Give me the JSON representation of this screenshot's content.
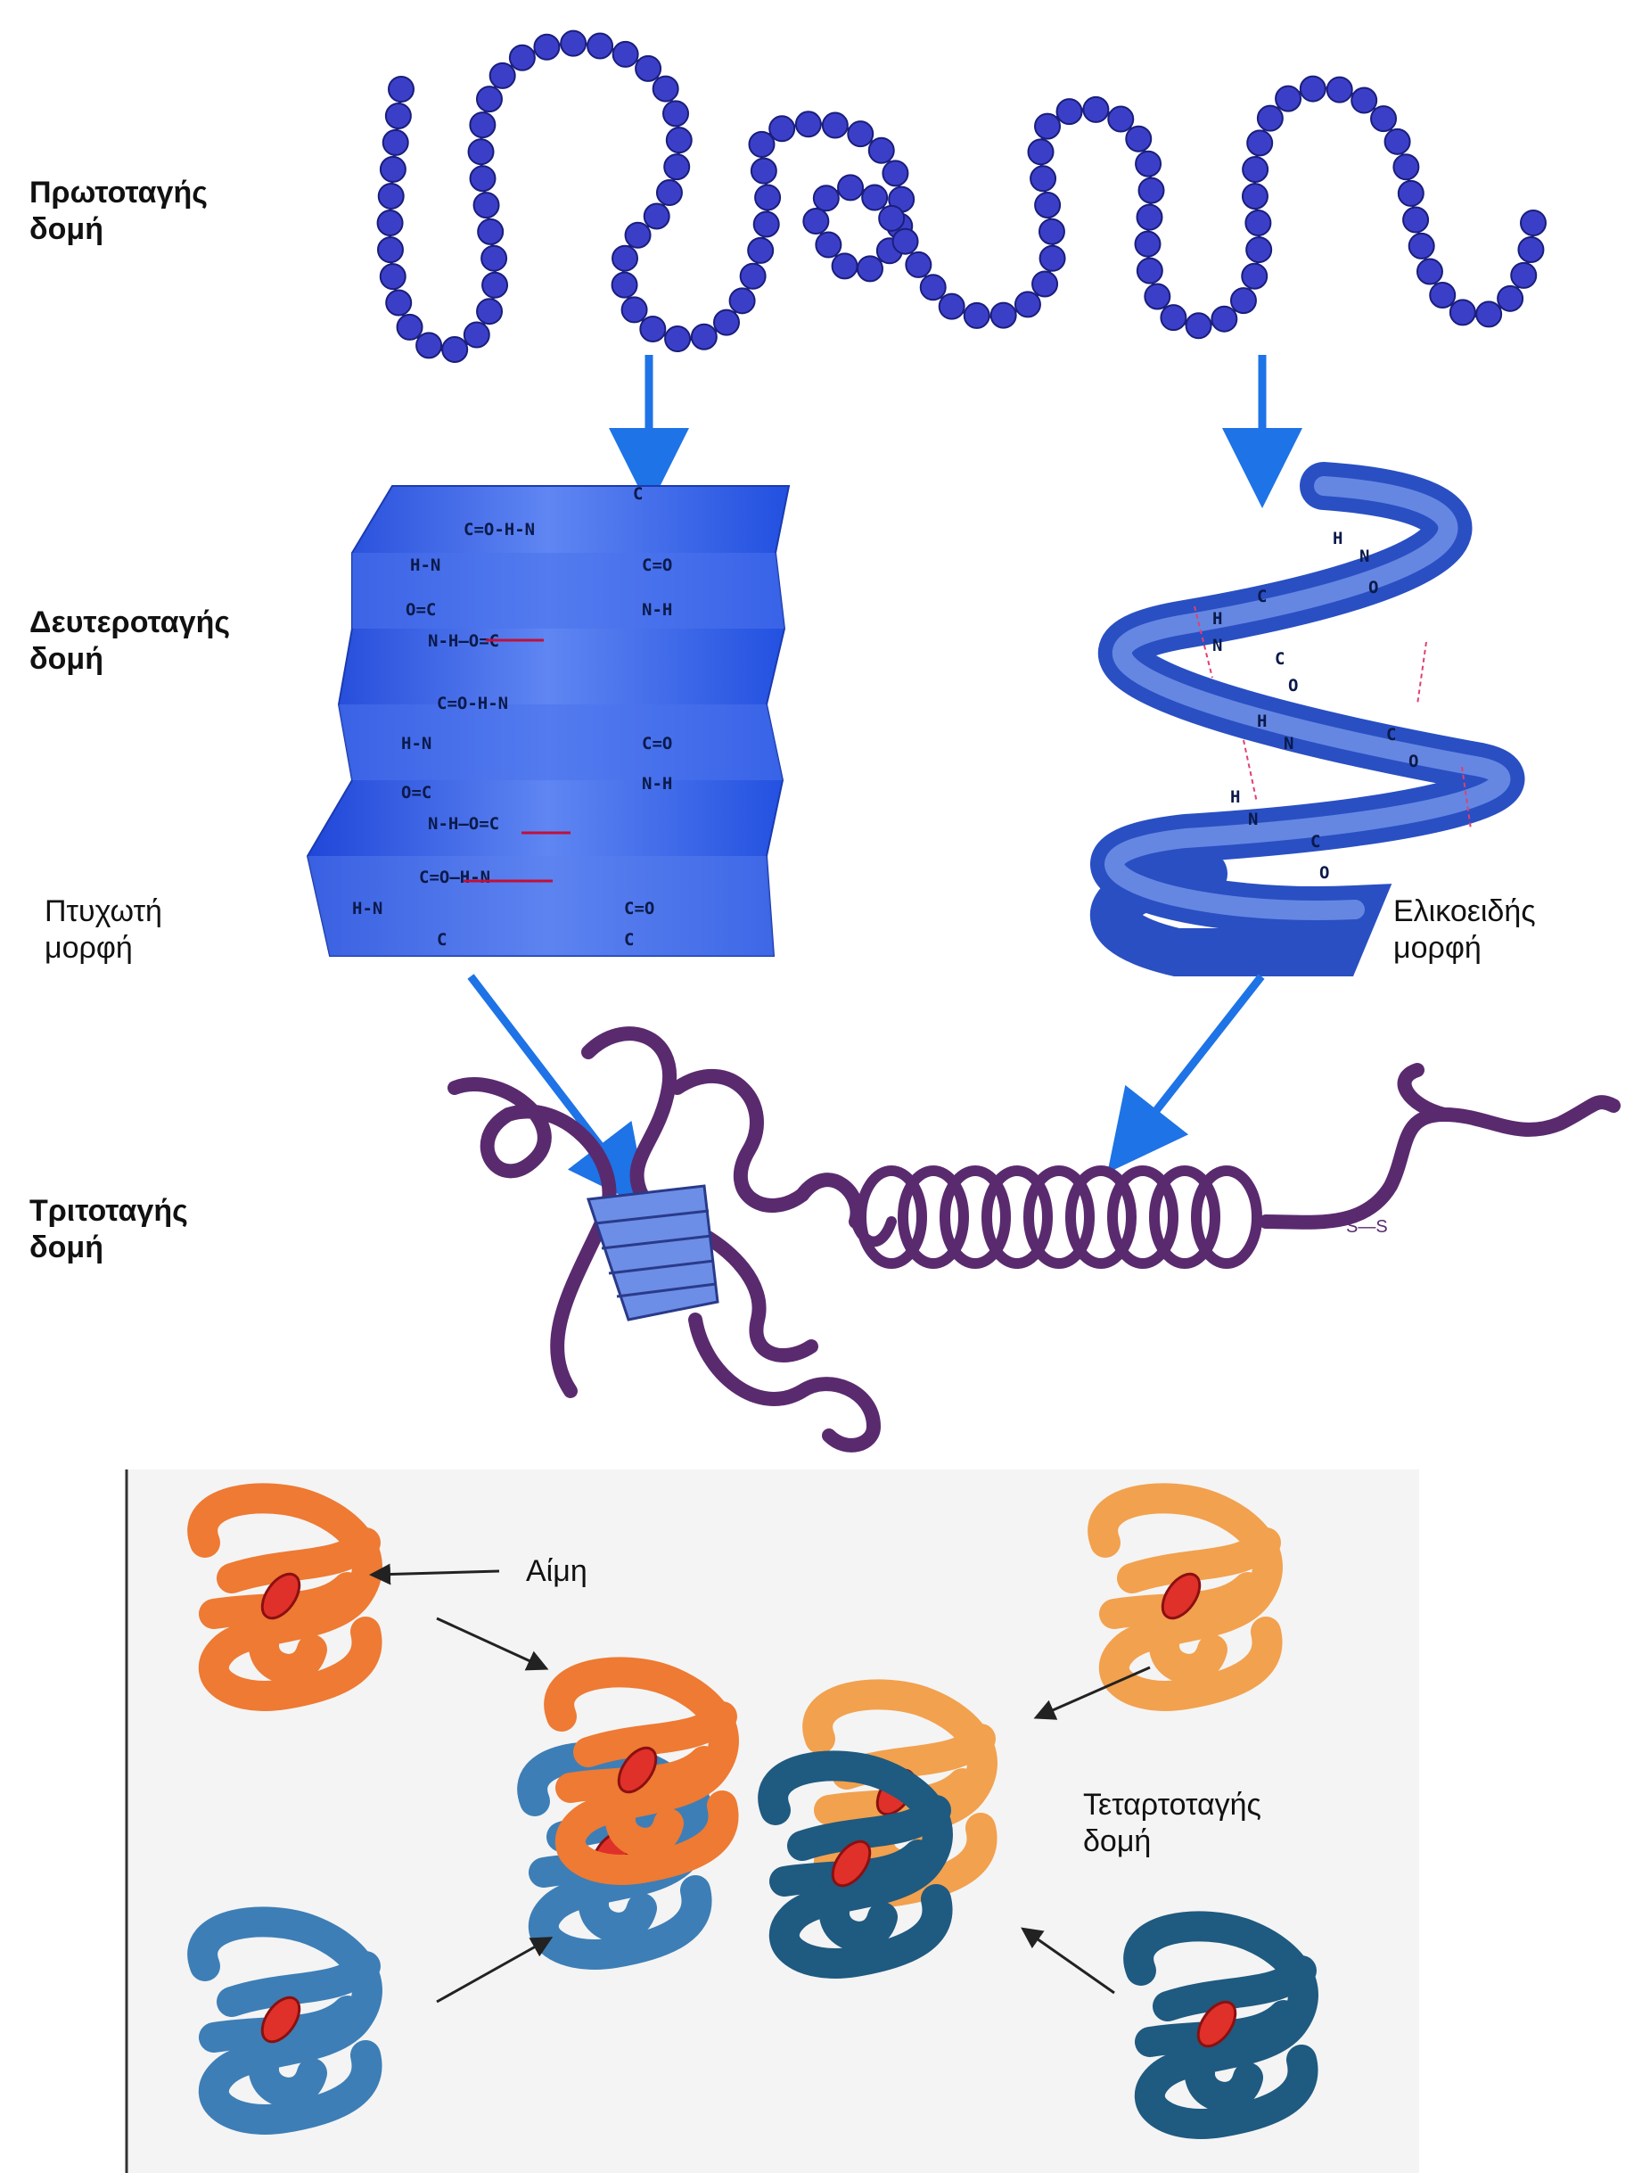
{
  "labels": {
    "primary": [
      "Πρωτοταγής",
      "δομή"
    ],
    "secondary": [
      "Δευτεροταγής",
      "δομή"
    ],
    "pleated": [
      "Πτυχωτή",
      "μορφή"
    ],
    "helical": [
      "Ελικοειδής",
      "μορφή"
    ],
    "tertiary": [
      "Τριτοταγής",
      "δομή"
    ],
    "heme": "Αίμη",
    "quaternary": [
      "Τεταρτοταγής",
      "δομή"
    ]
  },
  "sheet_chem": [
    "C=O-H-N",
    "H-N",
    "C=O",
    "O=C",
    "N-H",
    "N-H—O=C",
    "C=O-H-N",
    "H-N",
    "C=O",
    "O=C",
    "N-H",
    "N-H—O=C",
    "C=O—H-N",
    "H-N",
    "C=O",
    "C",
    "C",
    "C"
  ],
  "helix_chem": [
    "H",
    "N",
    "C",
    "O",
    "H",
    "N",
    "C",
    "O",
    "H",
    "N",
    "C",
    "O",
    "H",
    "N",
    "C",
    "O"
  ],
  "tertiary_bond": "S—S",
  "colors": {
    "bead": "#3b3fc8",
    "bead_edge": "#1a1e7a",
    "arrow": "#1e73e6",
    "sheet": "#2b5be8",
    "helix": "#3f6fe0",
    "tertiary": "#5a2a6e",
    "orange": "#ee7a33",
    "light_orange": "#f2a14e",
    "blue": "#3d7eb6",
    "dark_blue": "#1f5a80",
    "heme": "#e0302a",
    "quat_bg": "#f4f4f4"
  }
}
